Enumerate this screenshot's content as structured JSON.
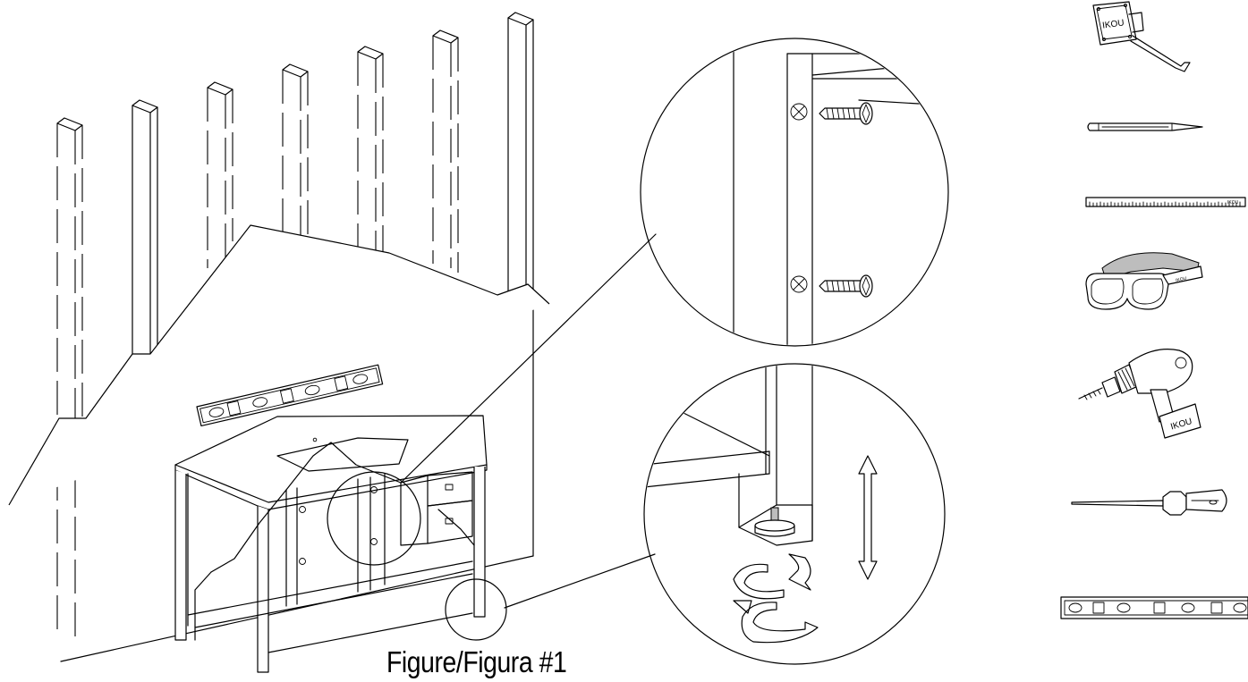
{
  "figure": {
    "caption": "Figure/Figura #1"
  },
  "tools": {
    "brand": "IKOU",
    "items": [
      "tape-measure",
      "pencil",
      "ruler",
      "safety-goggles",
      "power-drill",
      "screwdriver",
      "spirit-level"
    ]
  },
  "colors": {
    "line": "#000000",
    "background": "#ffffff"
  }
}
